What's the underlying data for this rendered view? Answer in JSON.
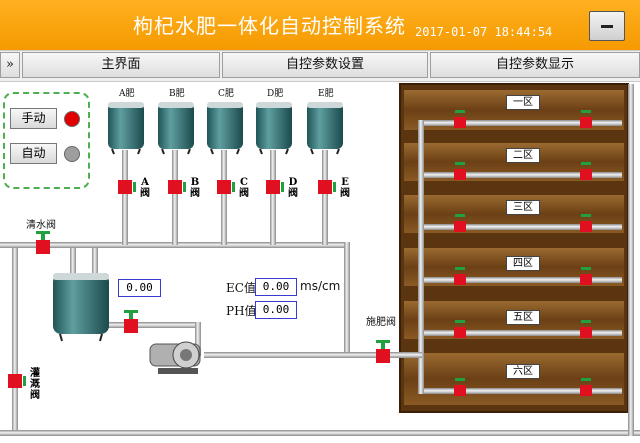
{
  "header": {
    "title": "枸杞水肥一体化自动控制系统",
    "datetime": "2017-01-07 18:44:54"
  },
  "nav": {
    "left_arrow": "»",
    "main": "主界面",
    "param_set": "自控参数设置",
    "param_show": "自控参数显示"
  },
  "mode": {
    "manual": "手动",
    "auto": "自动",
    "manual_on_color": "#e00000",
    "auto_off_color": "#9e9e9e"
  },
  "tanks": [
    {
      "label": "A肥",
      "valve": "A阀"
    },
    {
      "label": "B肥",
      "valve": "B阀"
    },
    {
      "label": "C肥",
      "valve": "C阀"
    },
    {
      "label": "D肥",
      "valve": "D阀"
    },
    {
      "label": "E肥",
      "valve": "E阀"
    }
  ],
  "valves": {
    "clean_water": "清水阀",
    "fertilize": "施肥阀",
    "irrigate": "灌溉阀"
  },
  "readings": {
    "tank_value": "0.00",
    "ec_label": "EC值",
    "ec_value": "0.00",
    "ec_unit": "ms/cm",
    "ph_label": "PH值",
    "ph_value": "0.00"
  },
  "zones": [
    "一区",
    "二区",
    "三区",
    "四区",
    "五区",
    "六区"
  ],
  "colors": {
    "title_bar": "#f59a00",
    "valve_red": "#e01020",
    "valve_green": "#20a040",
    "tank": "#2a6a6c",
    "soil": "#7a4e1c",
    "pipe": "#c8c8c8"
  }
}
